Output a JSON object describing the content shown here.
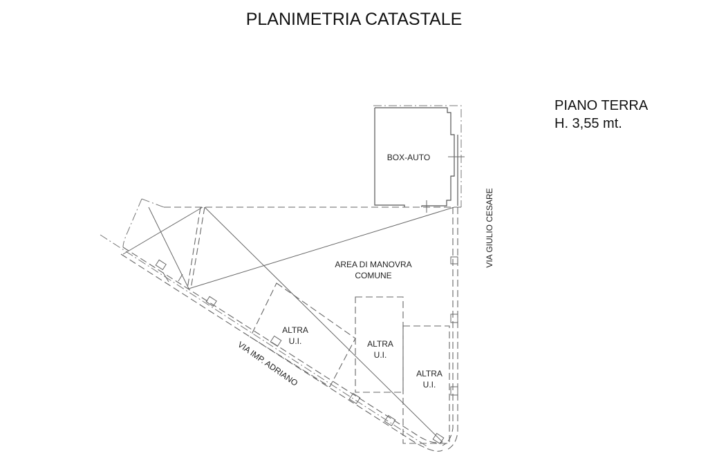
{
  "title": "PLANIMETRIA CATASTALE",
  "floor": {
    "name": "PIANO TERRA",
    "height": "H. 3,55 mt."
  },
  "rooms": {
    "box": "BOX-AUTO",
    "area_line1": "AREA DI MANOVRA",
    "area_line2": "COMUNE",
    "altra1_line1": "ALTRA",
    "altra1_line2": "U.I.",
    "altra2_line1": "ALTRA",
    "altra2_line2": "U.I.",
    "altra3_line1": "ALTRA",
    "altra3_line2": "U.I."
  },
  "streets": {
    "east": "VIA GIULIO CESARE",
    "southwest": "VIA IMP. ADRIANO"
  }
}
